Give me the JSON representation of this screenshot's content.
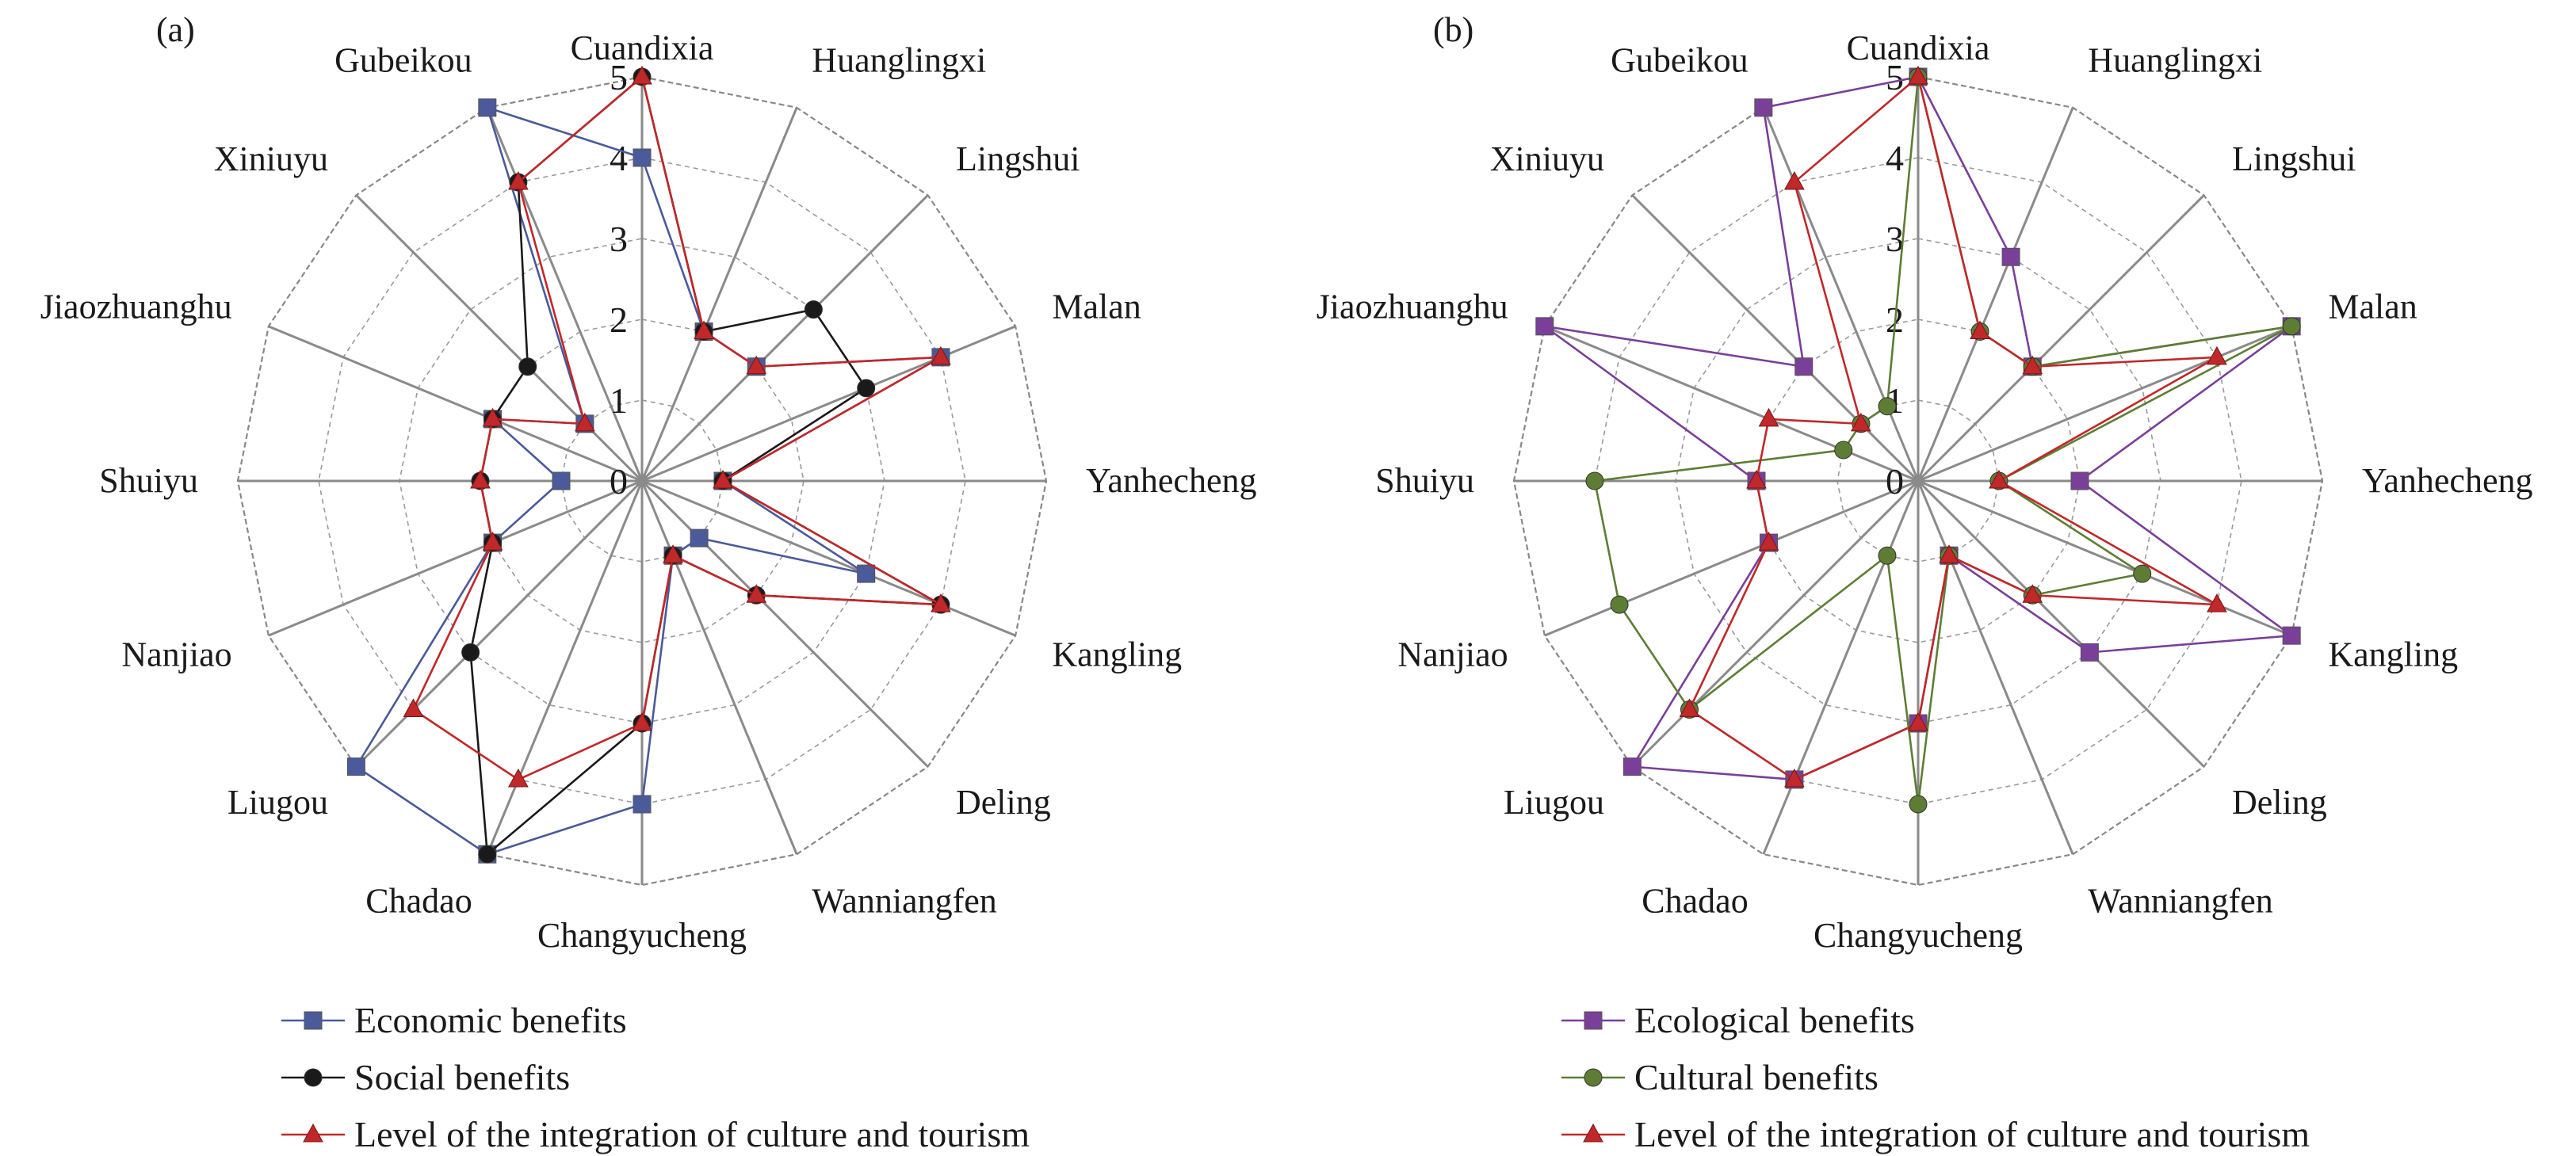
{
  "chart_data": [
    {
      "type": "radar",
      "panel_label": "(a)",
      "categories": [
        "Cuandixia",
        "Huanglingxi",
        "Lingshui",
        "Malan",
        "Yanhecheng",
        "Kangling",
        "Deling",
        "Wanniangfen",
        "Changyucheng",
        "Chadao",
        "Liugou",
        "Nanjiao",
        "Shuiyu",
        "Jiaozhuanghu",
        "Xiniuyu",
        "Gubeikou"
      ],
      "radial_ticks": [
        "0",
        "1",
        "2",
        "3",
        "4",
        "5"
      ],
      "rlim": [
        0,
        5
      ],
      "grid": true,
      "legend_position": "bottom",
      "series": [
        {
          "name": "Economic benefits",
          "marker": "square",
          "color": "#4a5a9a",
          "values": [
            4,
            2,
            2,
            4,
            1,
            3,
            1,
            1,
            4,
            5,
            5,
            2,
            1,
            2,
            1,
            5
          ]
        },
        {
          "name": "Social benefits",
          "marker": "circle",
          "color": "#1a1a1a",
          "values": [
            5,
            2,
            3,
            3,
            1,
            4,
            2,
            1,
            3,
            5,
            3,
            2,
            2,
            2,
            2,
            4
          ]
        },
        {
          "name": "Level of the integration of culture and tourism",
          "marker": "triangle",
          "color": "#c0282a",
          "values": [
            5,
            2,
            2,
            4,
            1,
            4,
            2,
            1,
            3,
            4,
            4,
            2,
            2,
            2,
            1,
            4
          ]
        }
      ]
    },
    {
      "type": "radar",
      "panel_label": "(b)",
      "categories": [
        "Cuandixia",
        "Huanglingxi",
        "Lingshui",
        "Malan",
        "Yanhecheng",
        "Kangling",
        "Deling",
        "Wanniangfen",
        "Changyucheng",
        "Chadao",
        "Liugou",
        "Nanjiao",
        "Shuiyu",
        "Jiaozhuanghu",
        "Xiniuyu",
        "Gubeikou"
      ],
      "radial_ticks": [
        "0",
        "1",
        "2",
        "3",
        "4",
        "5"
      ],
      "rlim": [
        0,
        5
      ],
      "grid": true,
      "legend_position": "bottom",
      "series": [
        {
          "name": "Ecological benefits",
          "marker": "square",
          "color": "#7a3f99",
          "values": [
            5,
            3,
            2,
            5,
            2,
            5,
            3,
            1,
            3,
            4,
            5,
            2,
            2,
            5,
            2,
            5
          ]
        },
        {
          "name": "Cultural benefits",
          "marker": "circle",
          "color": "#5e7d34",
          "values": [
            5,
            2,
            2,
            5,
            1,
            3,
            2,
            1,
            4,
            1,
            4,
            4,
            4,
            1,
            1,
            1
          ]
        },
        {
          "name": "Level of the integration of culture and tourism",
          "marker": "triangle",
          "color": "#c0282a",
          "values": [
            5,
            2,
            2,
            4,
            1,
            4,
            2,
            1,
            3,
            4,
            4,
            2,
            2,
            2,
            1,
            4
          ]
        }
      ]
    }
  ]
}
